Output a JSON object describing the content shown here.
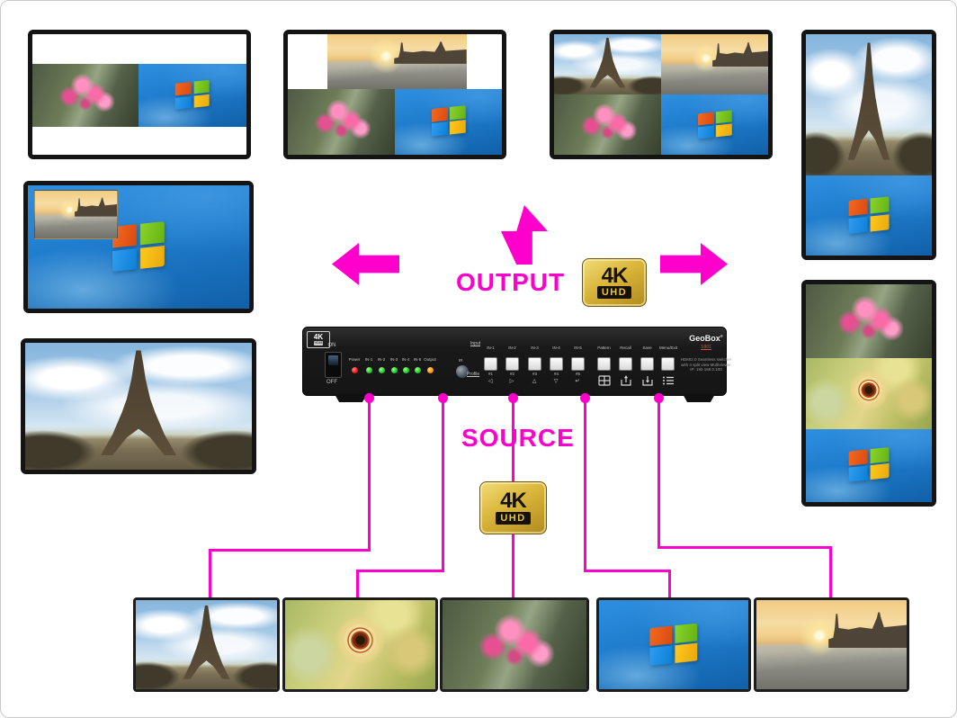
{
  "colors": {
    "accent_magenta": "#FF00CC",
    "logo_gold": "#D9B53A",
    "device_black": "#1C1C1C",
    "led_power": "#FF2020",
    "led_input": "#22CC22",
    "led_output": "#FF9500"
  },
  "output_section": {
    "label": "OUTPUT"
  },
  "source_section": {
    "label": "SOURCE"
  },
  "uhd_logo": {
    "top": "4K",
    "bottom": "UHD"
  },
  "device": {
    "front_badge": {
      "top": "4K",
      "bottom": "HDMI"
    },
    "power_switch": {
      "on": "ON",
      "off": "OFF"
    },
    "leds": [
      {
        "label": "Power"
      },
      {
        "label": "IN-1"
      },
      {
        "label": "IN-2"
      },
      {
        "label": "IN-3"
      },
      {
        "label": "IN-4"
      },
      {
        "label": "IN-5"
      },
      {
        "label": "Output"
      }
    ],
    "ir_label": "IR",
    "input_group_label": "Input",
    "profile_group_label": "Profile",
    "input_buttons": [
      {
        "input": "IN-1",
        "profile": "#1",
        "nav": "◁"
      },
      {
        "input": "IN-2",
        "profile": "#2",
        "nav": "▷"
      },
      {
        "input": "IN-3",
        "profile": "#3",
        "nav": "△"
      },
      {
        "input": "IN-4",
        "profile": "#4",
        "nav": "▽"
      },
      {
        "input": "IN-5",
        "profile": "#5",
        "nav": "↵"
      }
    ],
    "function_buttons": [
      {
        "label": "Pattern",
        "icon": "quad-pattern-icon"
      },
      {
        "label": "Recall",
        "icon": "recall-icon"
      },
      {
        "label": "Save",
        "icon": "save-icon"
      },
      {
        "label": "Menu/Exit",
        "icon": "menu-icon"
      }
    ],
    "brand": "GeoBox",
    "trademark": "®",
    "model": "S901",
    "description": [
      "HDMI2.0 Seamless switcher",
      "with 4 split view MultiViewer",
      "IP: 192.168.0.100"
    ]
  },
  "images": {
    "sources": [
      "eiffel-tower-photo",
      "sunflower-photo",
      "pink-flower-photo",
      "windows-desktop",
      "harbor-sunset-photo"
    ]
  }
}
